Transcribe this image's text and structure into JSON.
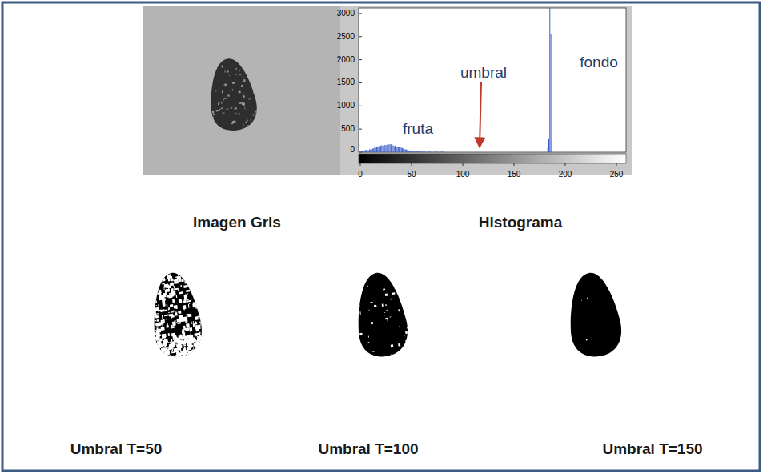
{
  "diagram": {
    "labels": [
      "3000",
      "2500",
      "2000",
      "1500",
      "1000",
      "500",
      "0",
      "fruta",
      "umbral",
      "fondo",
      "0",
      "50",
      "100",
      "150",
      "200",
      "250",
      "Imagen Gris",
      "Histograma",
      "Umbral T=50",
      "Umbral T=100",
      "Umbral T=150"
    ]
  }
}
